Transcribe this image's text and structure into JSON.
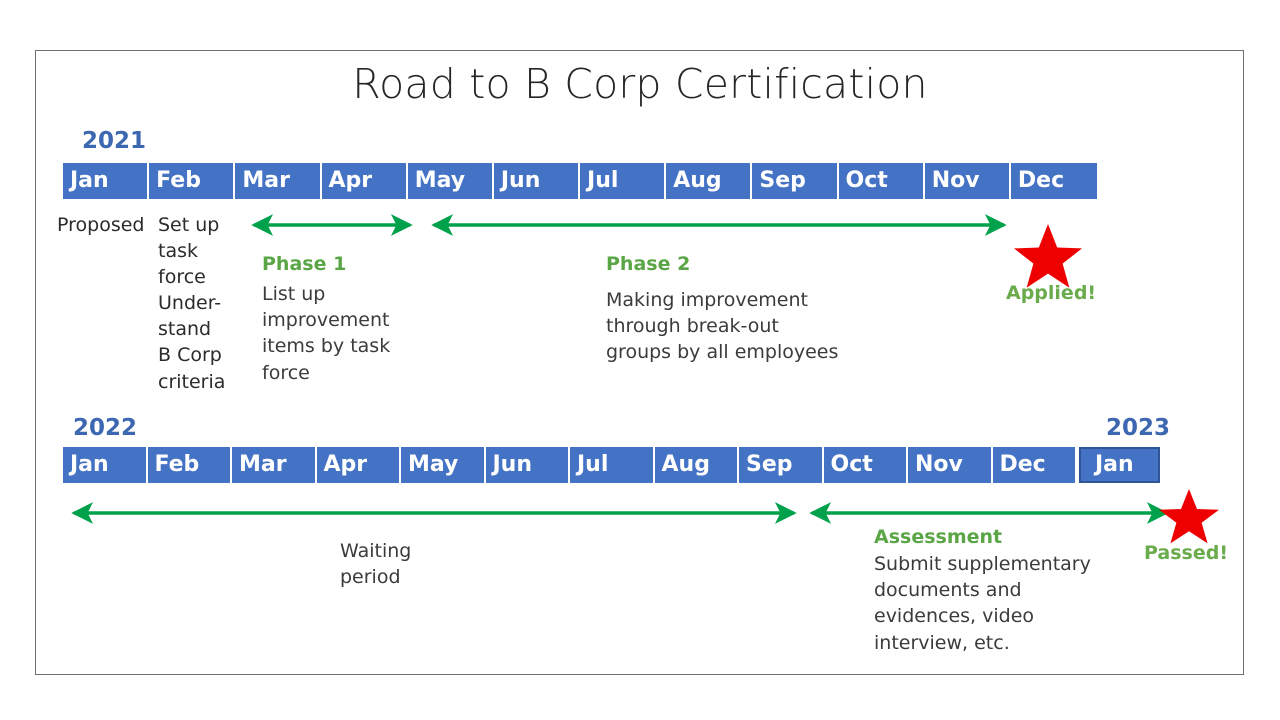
{
  "slide": {
    "title": "Road to B Corp Certification",
    "frame_border_color": "#6e6e6e",
    "background": "#ffffff"
  },
  "colors": {
    "month_cell": "#4472c4",
    "month_cell_border": "#2f5597",
    "year_label": "#3d67b0",
    "arrow_green": "#00a14b",
    "phase_green": "#5aa546",
    "star_red": "#ee0000",
    "body_text": "#3b3b3b"
  },
  "timeline_top": {
    "year": "2021",
    "months": [
      "Jan",
      "Feb",
      "Mar",
      "Apr",
      "May",
      "Jun",
      "Jul",
      "Aug",
      "Sep",
      "Oct",
      "Nov",
      "Dec"
    ],
    "left_label": "Proposed",
    "jan_note": "Set up\ntask\nforce",
    "feb_note": "Under-\nstand\nB Corp\ncriteria",
    "phase1": {
      "title": "Phase 1",
      "body": "List up\nimprovement\nitems by task\nforce"
    },
    "phase2": {
      "title": "Phase 2",
      "body": "Making improvement\nthrough break-out\ngroups by all employees"
    },
    "milestone": {
      "icon": "star-icon",
      "label": "Applied!"
    }
  },
  "timeline_bottom": {
    "year_start": "2022",
    "year_end": "2023",
    "months": [
      "Jan",
      "Feb",
      "Mar",
      "Apr",
      "May",
      "Jun",
      "Jul",
      "Aug",
      "Sep",
      "Oct",
      "Nov",
      "Dec",
      "Jan"
    ],
    "waiting": {
      "body": "Waiting\nperiod"
    },
    "assessment": {
      "title": "Assessment",
      "body": "Submit supplementary\ndocuments and\nevidences, video\ninterview, etc."
    },
    "milestone": {
      "icon": "star-icon",
      "label": "Passed!"
    }
  }
}
